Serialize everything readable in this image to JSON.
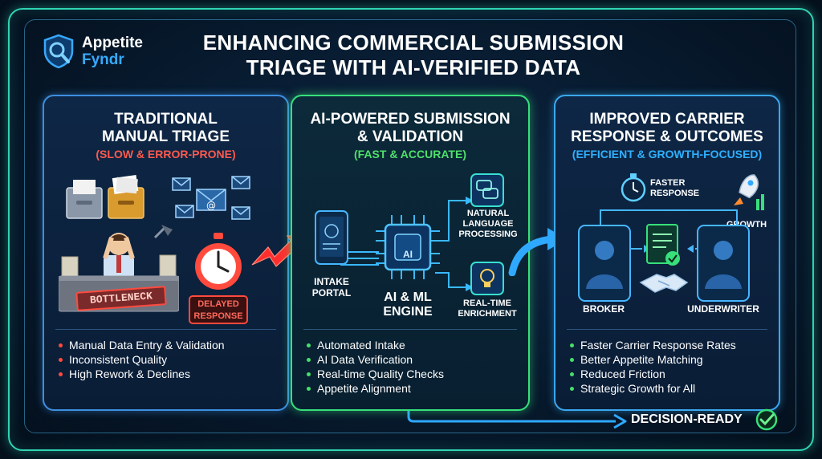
{
  "logo": {
    "line1": "Appetite",
    "line2": "Fyndr"
  },
  "title": {
    "line1": "ENHANCING COMMERCIAL SUBMISSION",
    "line2": "TRIAGE WITH AI-VERIFIED DATA"
  },
  "panels": {
    "traditional": {
      "title_line1": "TRADITIONAL",
      "title_line2": "MANUAL TRIAGE",
      "subtitle": "(SLOW & ERROR-PRONE)",
      "bottleneck": "BOTTLENECK",
      "delayed_line1": "DELAYED",
      "delayed_line2": "RESPONSE",
      "bullets": [
        "Manual Data Entry & Validation",
        "Inconsistent Quality",
        "High Rework & Declines"
      ]
    },
    "ai": {
      "title_line1": "AI-POWERED SUBMISSION",
      "title_line2": "& VALIDATION",
      "subtitle": "(FAST & ACCURATE)",
      "intake_line1": "INTAKE",
      "intake_line2": "PORTAL",
      "engine_line1": "AI & ML",
      "engine_line2": "ENGINE",
      "chip_label": "AI",
      "nlp_line1": "NATURAL",
      "nlp_line2": "LANGUAGE",
      "nlp_line3": "PROCESSING",
      "rt_line1": "REAL-TIME",
      "rt_line2": "ENRICHMENT",
      "bullets": [
        "Automated Intake",
        "AI Data Verification",
        "Real-time Quality Checks",
        "Appetite Alignment"
      ]
    },
    "improved": {
      "title_line1": "IMPROVED CARRIER",
      "title_line2": "RESPONSE & OUTCOMES",
      "subtitle": "(EFFICIENT & GROWTH-FOCUSED)",
      "faster_line1": "FASTER",
      "faster_line2": "RESPONSE",
      "growth": "GROWTH",
      "broker": "BROKER",
      "underwriter": "UNDERWRITER",
      "bullets": [
        "Faster Carrier Response Rates",
        "Better Appetite Matching",
        "Reduced Friction",
        "Strategic Growth for All"
      ]
    }
  },
  "decision_ready": "DECISION-READY",
  "colors": {
    "teal_border": "#2fd4b3",
    "green": "#37e07a",
    "red": "#ff4a3d",
    "blue": "#3aa8ee"
  },
  "icons": [
    "shield-magnifier-logo-icon",
    "file-cabinet-icon",
    "email-icon",
    "stressed-worker-icon",
    "stopwatch-icon",
    "lightning-arrow-icon",
    "tablet-icon",
    "cpu-chip-icon",
    "chat-bubbles-icon",
    "lightbulb-icon",
    "curved-arrow-icon",
    "rocket-icon",
    "document-check-icon",
    "handshake-icon",
    "check-circle-icon"
  ]
}
